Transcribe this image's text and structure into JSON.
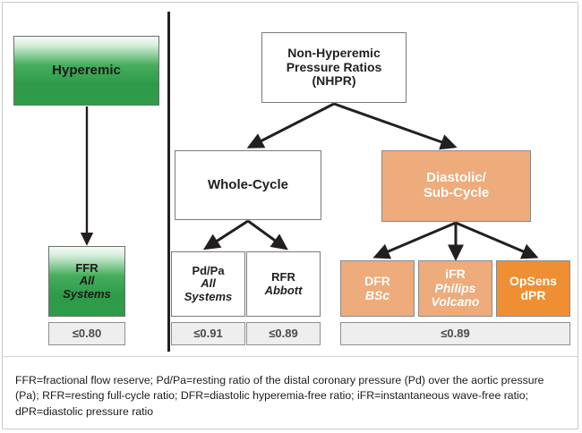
{
  "figure": {
    "type": "flow-diagram",
    "title_present": false
  },
  "left_branch": {
    "root": {
      "label": "Hyperemic",
      "fill": "#2f9c4a",
      "text_color": "#1a1a1a"
    },
    "leaf": {
      "name": "FFR",
      "vendor": "All",
      "vendor2": "Systems",
      "fill": "#2f9c4a"
    },
    "threshold": "≤0.80"
  },
  "right_branch": {
    "root": {
      "line1": "Non-Hyperemic",
      "line2": "Pressure Ratios",
      "line3": "(NHPR)"
    },
    "groups": [
      {
        "id": "whole-cycle",
        "label": "Whole-Cycle",
        "fill": "#ffffff",
        "text_color": "#231f20",
        "leaves": [
          {
            "name": "Pd/Pa",
            "vendor": "All",
            "vendor2": "Systems",
            "fill": "#ffffff",
            "threshold": "≤0.91"
          },
          {
            "name": "RFR",
            "vendor": "Abbott",
            "vendor2": "",
            "fill": "#ffffff",
            "threshold": "≤0.89"
          }
        ]
      },
      {
        "id": "diastolic-sub-cycle",
        "label_line1": "Diastolic/",
        "label_line2": "Sub-Cycle",
        "fill": "#eeab7b",
        "text_color": "#ffffff",
        "leaves": [
          {
            "name": "DFR",
            "vendor": "BSc",
            "vendor2": "",
            "fill": "#eeab7b"
          },
          {
            "name": "iFR",
            "vendor": "Philips",
            "vendor2": "Volcano",
            "fill": "#eeab7b"
          },
          {
            "name": "OpSens",
            "vendor": "dPR",
            "vendor2": "",
            "fill": "#ef8f33"
          }
        ],
        "threshold": "≤0.89"
      }
    ]
  },
  "footnote": {
    "text": "FFR=fractional flow reserve; Pd/Pa=resting ratio of the distal coronary pressure (Pd) over the aortic pressure (Pa); RFR=resting full-cycle ratio; DFR=diastolic hyperemia-free ratio; iFR=instantaneous wave-free ratio; dPR=diastolic pressure ratio"
  },
  "colors": {
    "green": "#2f9c4a",
    "orange_light": "#eeab7b",
    "orange_dark": "#ef8f33",
    "threshold_bg": "#eeeeee",
    "line": "#231f20"
  }
}
